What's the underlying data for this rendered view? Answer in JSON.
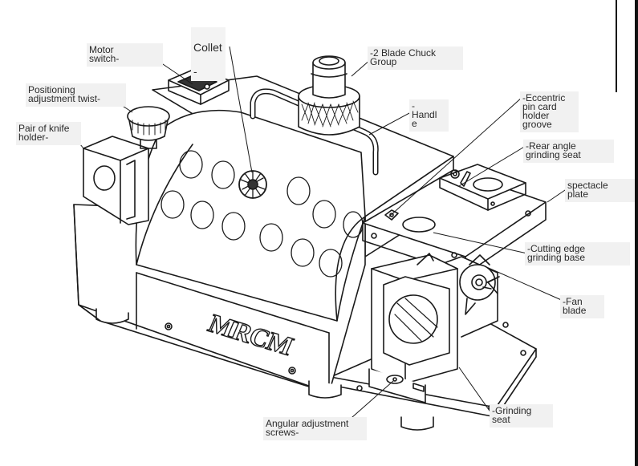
{
  "labels": {
    "collet": "Collet",
    "collet_dash": "-",
    "motor_switch": "Motor\nswitch-",
    "positioning": "Positioning\nadjustment twist-",
    "knife_holder": "Pair of knife\nholder-",
    "chuck_group": "-2 Blade Chuck\nGroup",
    "handle": "-\nHandl\ne",
    "eccentric": "-Eccentric\npin card\nholder\ngroove",
    "rear_angle": "-Rear angle\ngrinding seat",
    "spectacle": "spectacle\nplate",
    "cutting_edge": "-Cutting edge\ngrinding base",
    "fan_blade": "-Fan\nblade",
    "grinding_seat": "-Grinding\nseat",
    "angular": "Angular adjustment\nscrews-"
  },
  "brand": "MRCM",
  "colors": {
    "line": "#1a1a1a",
    "label_bg": "#f1f1f1",
    "paper": "#ffffff"
  }
}
